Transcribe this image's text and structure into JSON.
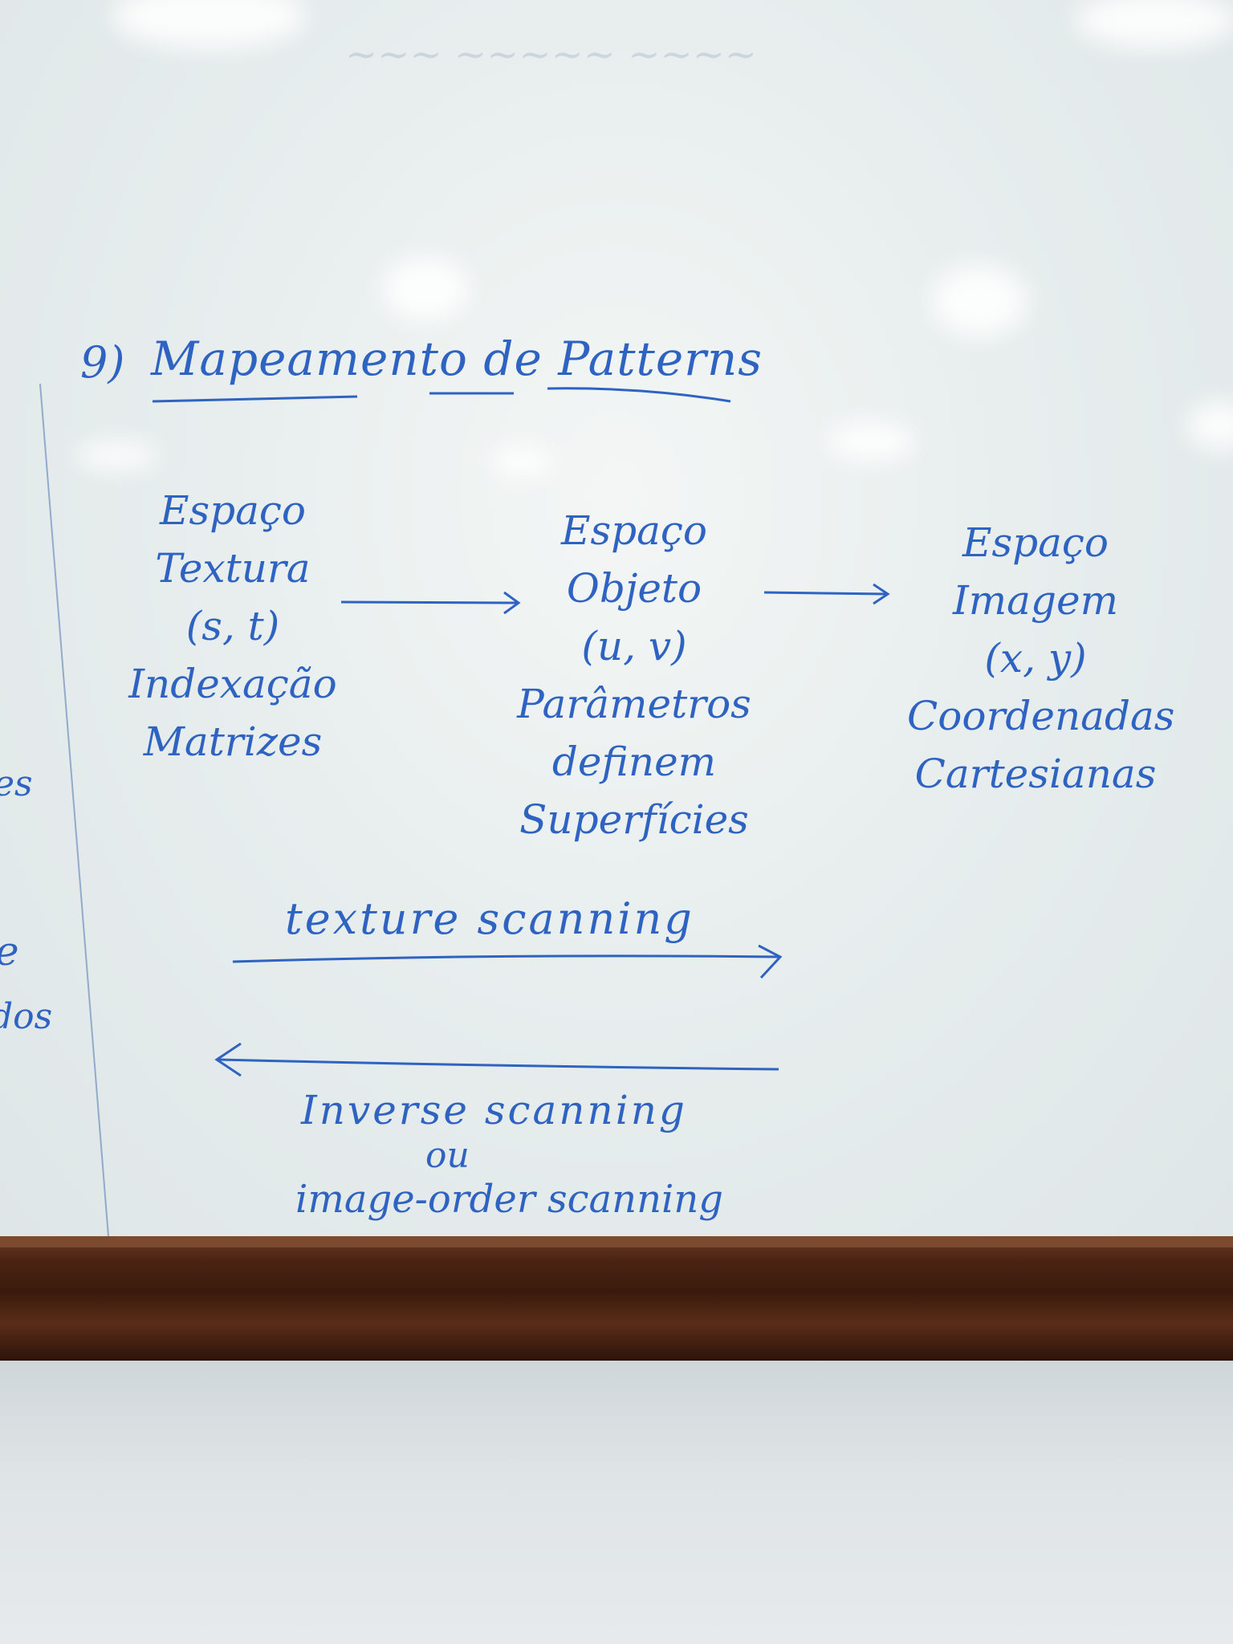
{
  "heading": {
    "number": "9)",
    "title": "Mapeamento de Patterns"
  },
  "columns": [
    {
      "line1": "Espaço",
      "line2": "Textura",
      "coords": "(s, t)",
      "desc1": "Indexação",
      "desc2": "Matrizes",
      "desc3": ""
    },
    {
      "line1": "Espaço",
      "line2": "Objeto",
      "coords": "(u, v)",
      "desc1": "Parâmetros",
      "desc2": "definem",
      "desc3": "Superfícies"
    },
    {
      "line1": "Espaço",
      "line2": "Imagem",
      "coords": "(x, y)",
      "desc1": "Coordenadas",
      "desc2": "Cartesianas",
      "desc3": ""
    }
  ],
  "forward_label": "texture scanning",
  "inverse_label": "Inverse scanning",
  "or_label": "ou",
  "image_order_label": "image-order scanning",
  "edge_fragments": [
    "es",
    "e",
    "dos"
  ],
  "colors": {
    "ink": "#2f63c2",
    "board": "#eaf0f0",
    "tray": "#4a2313"
  }
}
